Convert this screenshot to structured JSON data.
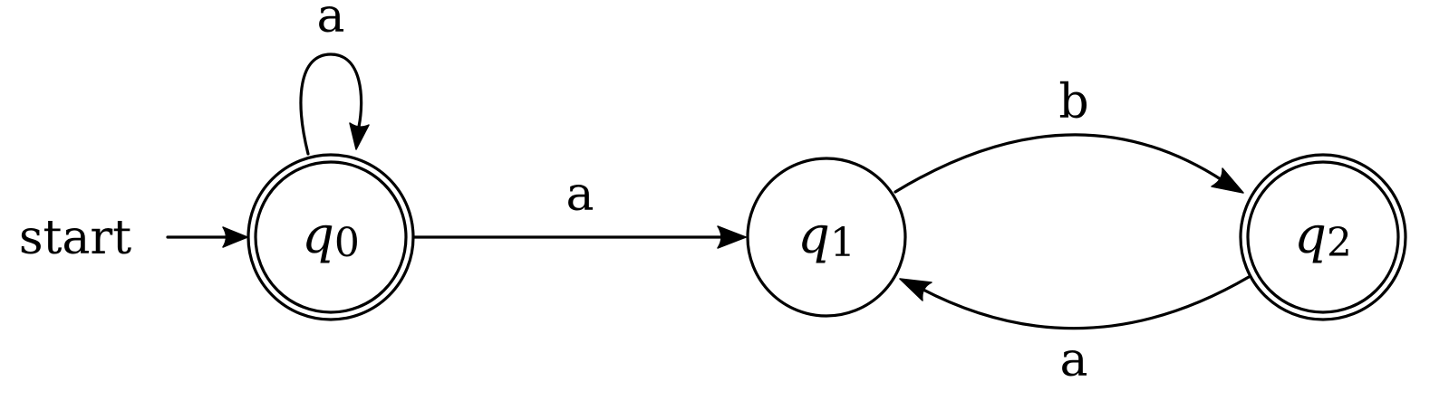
{
  "automaton": {
    "start_label": "start",
    "states": [
      {
        "id": "q0",
        "name": "q",
        "index": "0",
        "accepting": true
      },
      {
        "id": "q1",
        "name": "q",
        "index": "1",
        "accepting": false
      },
      {
        "id": "q2",
        "name": "q",
        "index": "2",
        "accepting": true
      }
    ],
    "transitions": [
      {
        "id": "t-q0-q0",
        "from": "q0",
        "to": "q0",
        "symbol": "a"
      },
      {
        "id": "t-q0-q1",
        "from": "q0",
        "to": "q1",
        "symbol": "a"
      },
      {
        "id": "t-q1-q2",
        "from": "q1",
        "to": "q2",
        "symbol": "b"
      },
      {
        "id": "t-q2-q1",
        "from": "q2",
        "to": "q1",
        "symbol": "a"
      }
    ]
  },
  "colors": {
    "stroke": "#000000",
    "background": "#ffffff"
  }
}
